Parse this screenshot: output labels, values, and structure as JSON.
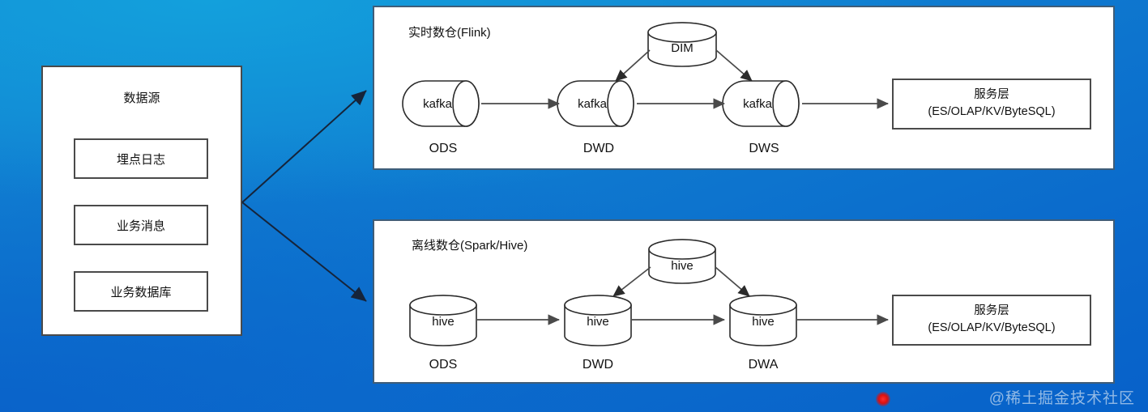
{
  "background": {
    "top_left_color": "#1683cf",
    "mid_top_color": "#0b9ad8",
    "bottom_color": "#0667cc"
  },
  "source_panel": {
    "title": "数据源",
    "items": [
      {
        "label": "埋点日志"
      },
      {
        "label": "业务消息"
      },
      {
        "label": "业务数据库"
      }
    ]
  },
  "realtime_panel": {
    "title": "实时数仓(Flink)",
    "dim": {
      "label": "DIM"
    },
    "nodes": [
      {
        "label": "kafka",
        "stage": "ODS"
      },
      {
        "label": "kafka",
        "stage": "DWD"
      },
      {
        "label": "kafka",
        "stage": "DWS"
      }
    ],
    "service": {
      "line1": "服务层",
      "line2": "(ES/OLAP/KV/ByteSQL)"
    }
  },
  "offline_panel": {
    "title": "离线数仓(Spark/Hive)",
    "dim": {
      "label": "hive"
    },
    "nodes": [
      {
        "label": "hive",
        "stage": "ODS"
      },
      {
        "label": "hive",
        "stage": "DWD"
      },
      {
        "label": "hive",
        "stage": "DWA"
      }
    ],
    "service": {
      "line1": "服务层",
      "line2": "(ES/OLAP/KV/ByteSQL)"
    }
  },
  "watermark": {
    "text": "@稀土掘金技术社区"
  },
  "recording_indicator": {
    "name": "recording-dot"
  }
}
